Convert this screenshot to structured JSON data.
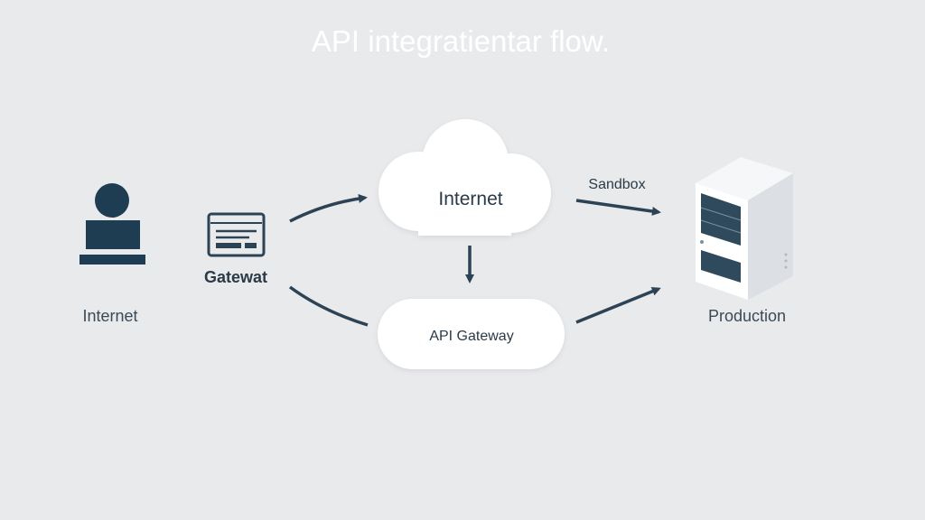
{
  "title": "API integratientar flow.",
  "nodes": {
    "user": {
      "label": "Internet",
      "icon": "user-at-terminal-icon"
    },
    "gateway": {
      "label": "Gatewat",
      "icon": "browser-window-icon"
    },
    "cloud": {
      "label": "Internet"
    },
    "api_gateway": {
      "label": "API Gateway"
    },
    "server": {
      "label": "Production",
      "icon": "server-tower-icon"
    }
  },
  "edges": {
    "sandbox_label": "Sandbox"
  },
  "colors": {
    "background": "#e9eaec",
    "title": "#ffffff",
    "ink": "#2c4356",
    "node_fill": "#ffffff"
  }
}
